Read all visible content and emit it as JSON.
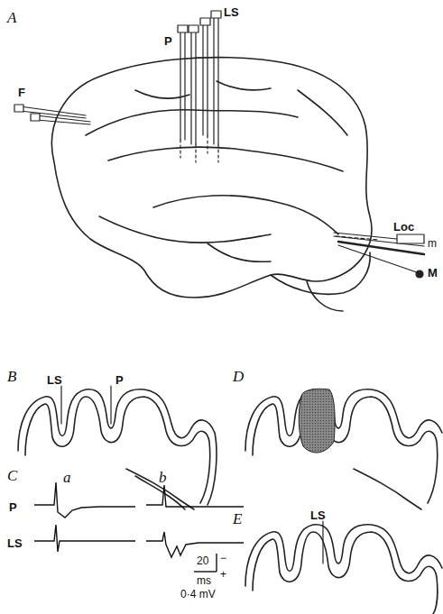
{
  "diagram": {
    "labels": [
      "A",
      "P",
      "LS",
      "F",
      "Loc",
      "m",
      "M",
      "B",
      "LS",
      "P",
      "D",
      "C",
      "a",
      "b",
      "P",
      "LS",
      "20",
      "ms",
      "−",
      "+",
      "0·4 mV",
      "E",
      "LS"
    ]
  }
}
